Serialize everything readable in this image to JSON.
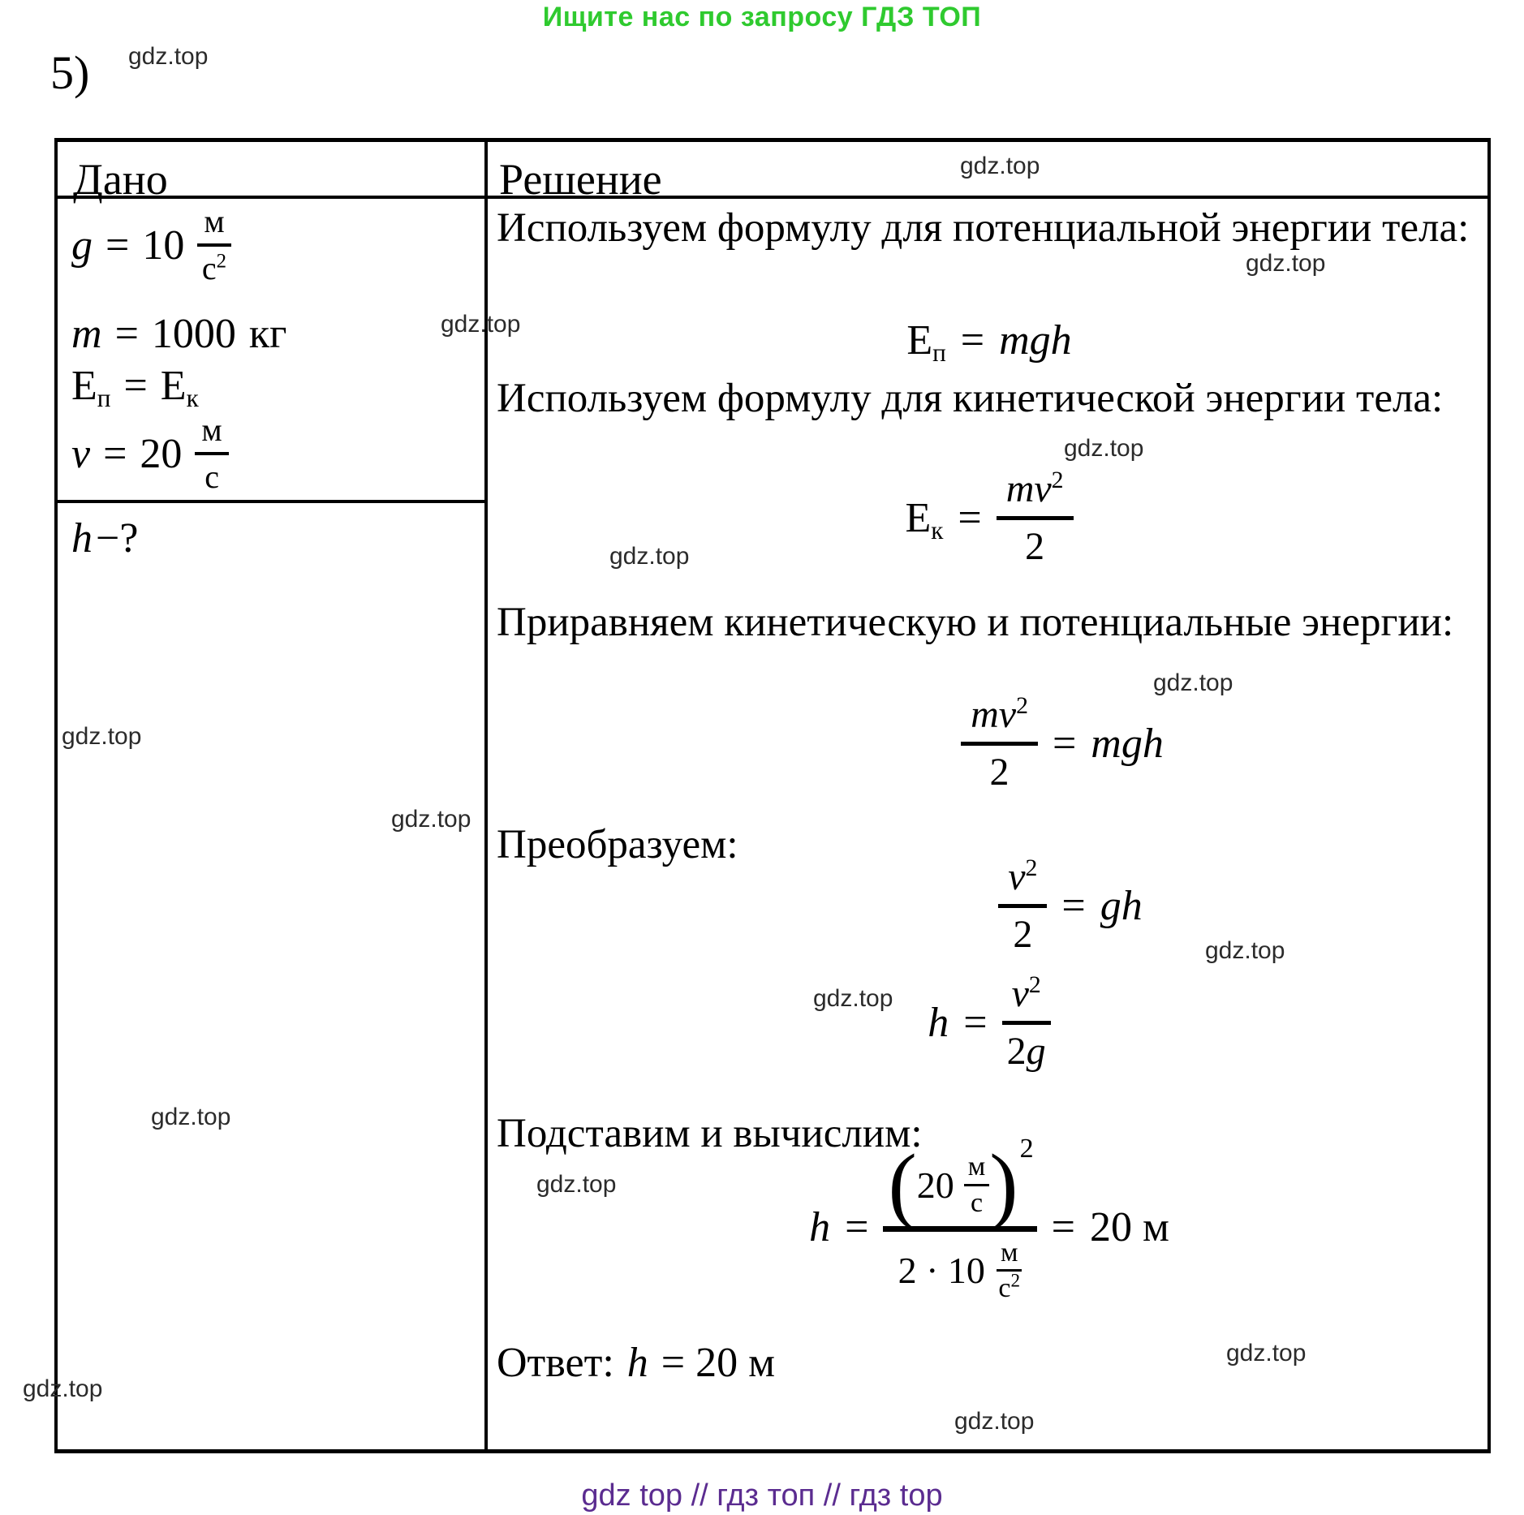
{
  "page": {
    "promo": "Ищите нас по запросу ГДЗ ТОП",
    "problem_number": "5)",
    "watermark": "gdz.top",
    "footer": "gdz top // гдз топ // гдз top"
  },
  "colors": {
    "promo_green": "#2fca2f",
    "footer_purple": "#5b2c90",
    "watermark_gray": "#2b2b2b",
    "ink": "#000000"
  },
  "table": {
    "header": {
      "given": "Дано",
      "solution": "Решение"
    },
    "given": {
      "g": {
        "sym": "g",
        "eq": "=",
        "val": "10",
        "unit_num": "м",
        "unit_den_base": "с",
        "unit_den_exp": "2"
      },
      "m": {
        "sym": "m",
        "eq": "=",
        "val": "1000",
        "unit": "кг"
      },
      "e": {
        "lhs_base": "Е",
        "lhs_sub": "п",
        "eq": "=",
        "rhs_base": "Е",
        "rhs_sub": "к"
      },
      "v": {
        "sym": "v",
        "eq": "=",
        "val": "20",
        "unit_num": "м",
        "unit_den": "с"
      },
      "find": {
        "sym": "h",
        "rest": "−?"
      }
    },
    "solution": {
      "p1": "Используем формулу для потенциальной энергии тела:",
      "f1": {
        "lhs_base": "Е",
        "lhs_sub": "п",
        "eq": "=",
        "rhs": "mgh"
      },
      "p2": "Используем формулу для кинетической энергии тела:",
      "f2": {
        "lhs_base": "Е",
        "lhs_sub": "к",
        "eq": "=",
        "num_base": "mv",
        "num_exp": "2",
        "den": "2"
      },
      "p3": "Приравняем кинетическую и потенциальные энергии:",
      "f3": {
        "num_base": "mv",
        "num_exp": "2",
        "den": "2",
        "eq": "=",
        "rhs": "mgh"
      },
      "p4": "Преобразуем:",
      "f4": {
        "num_base": "v",
        "num_exp": "2",
        "den": "2",
        "eq": "=",
        "rhs": "gh"
      },
      "f5": {
        "lhs": "h",
        "eq": "=",
        "num_base": "v",
        "num_exp": "2",
        "den_coef": "2",
        "den_var": "g"
      },
      "p5": "Подставим и вычислим:",
      "f6": {
        "lhs": "h",
        "eq": "=",
        "paren_open": "(",
        "paren_close": ")",
        "pnum_val": "20",
        "pnum_unit_num": "м",
        "pnum_unit_den": "с",
        "pnum_exp": "2",
        "pden_coef": "2 · 10",
        "pden_unit_num": "м",
        "pden_unit_den_base": "с",
        "pden_unit_den_exp": "2",
        "result_eq": "=",
        "result": "20 м"
      },
      "answer_label": "Ответ:",
      "answer_sym": "h",
      "answer_rest": "= 20 м"
    }
  }
}
